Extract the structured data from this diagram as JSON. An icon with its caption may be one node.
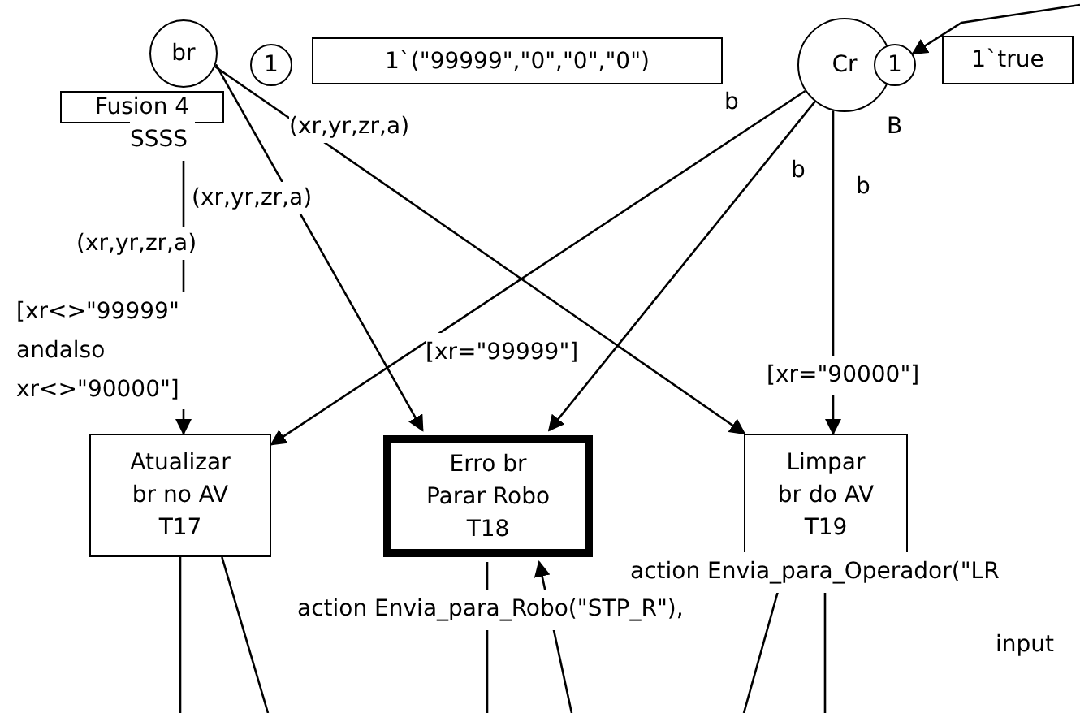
{
  "diagram": {
    "nodes": [
      {
        "text": [
          "br"
        ]
      },
      {
        "text": [
          "1"
        ]
      },
      {
        "text": [
          "1`(\"99999\",\"0\",\"0\",\"0\")"
        ]
      },
      {
        "text": [
          "Fusion 4"
        ]
      },
      {
        "text": [
          "Cr"
        ],
        "beside": [
          "B"
        ]
      },
      {
        "text": [
          "1"
        ]
      },
      {
        "text": [
          "1`true"
        ]
      },
      {
        "text": [
          "Atualizar br no AV",
          "T17"
        ],
        "beside": [
          "[xr<>\"99999\" andalso xr<>\"90000\"]"
        ]
      },
      {
        "text": [
          "Erro br Parar Robo",
          "T18"
        ],
        "beside": [
          "[xr=\"99999\"]"
        ]
      },
      {
        "text": [
          "Limpar br do AV",
          "T19"
        ],
        "beside": [
          "[xr=\"90000\"]"
        ]
      }
    ],
    "edges": [
      {
        "from": 3,
        "to": 7,
        "arrow": "to",
        "label": "(xr,yr,zr,a)"
      },
      {
        "from": 0,
        "to": 8,
        "arrow": "to",
        "label": "(xr,yr,zr,a)"
      },
      {
        "from": 0,
        "to": 9,
        "arrow": "to",
        "label": "(xr,yr,zr,a)"
      },
      {
        "from": 4,
        "to": 7,
        "arrow": "to",
        "label": "b"
      },
      {
        "from": 4,
        "to": 8,
        "arrow": "to",
        "label": "b"
      },
      {
        "from": 4,
        "to": 9,
        "arrow": "to",
        "label": "b"
      },
      {
        "from": null,
        "to": 5,
        "arrow": "to"
      },
      {
        "from": 7,
        "to": null,
        "arrow": "none"
      },
      {
        "from": 7,
        "to": null,
        "arrow": "none"
      },
      {
        "from": 8,
        "to": null,
        "arrow": "none"
      },
      {
        "from": null,
        "to": 8,
        "arrow": "to"
      },
      {
        "from": 9,
        "to": null,
        "arrow": "none"
      },
      {
        "from": null,
        "to": 9,
        "arrow": "to"
      }
    ],
    "labels": [
      "SSSS",
      "action Envia_para_Operador(\"LR",
      "action Envia_para_Robo(\"STP_R\"),",
      "input"
    ]
  }
}
